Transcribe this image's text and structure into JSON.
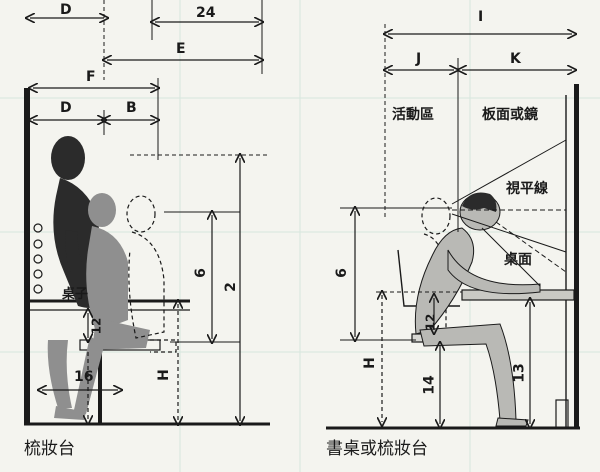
{
  "left_diagram": {
    "caption": "梳妝台",
    "dims": {
      "d_top": "D",
      "w24": "24",
      "e": "E",
      "f": "F",
      "d": "D",
      "b": "B",
      "six": "6",
      "two": "2",
      "h": "H",
      "twelve": "12",
      "sixteen": "16"
    },
    "labels": {
      "table": "桌子"
    }
  },
  "right_diagram": {
    "caption": "書桌或梳妝台",
    "dims": {
      "i": "I",
      "j": "J",
      "k": "K",
      "six": "6",
      "h": "H",
      "twelve": "12",
      "fourteen": "14",
      "thirteen": "13"
    },
    "labels": {
      "activity_zone": "活動區",
      "panel_or_mirror": "板面或鏡",
      "sight_line": "視平線",
      "desk_surface": "桌面"
    }
  },
  "colors": {
    "ink": "#1a1a1a",
    "figure_dark": "#2b2b2b",
    "figure_mid": "#8f8f8f",
    "figure_light": "#b9b9b5",
    "paper": "#f4f4ef"
  }
}
